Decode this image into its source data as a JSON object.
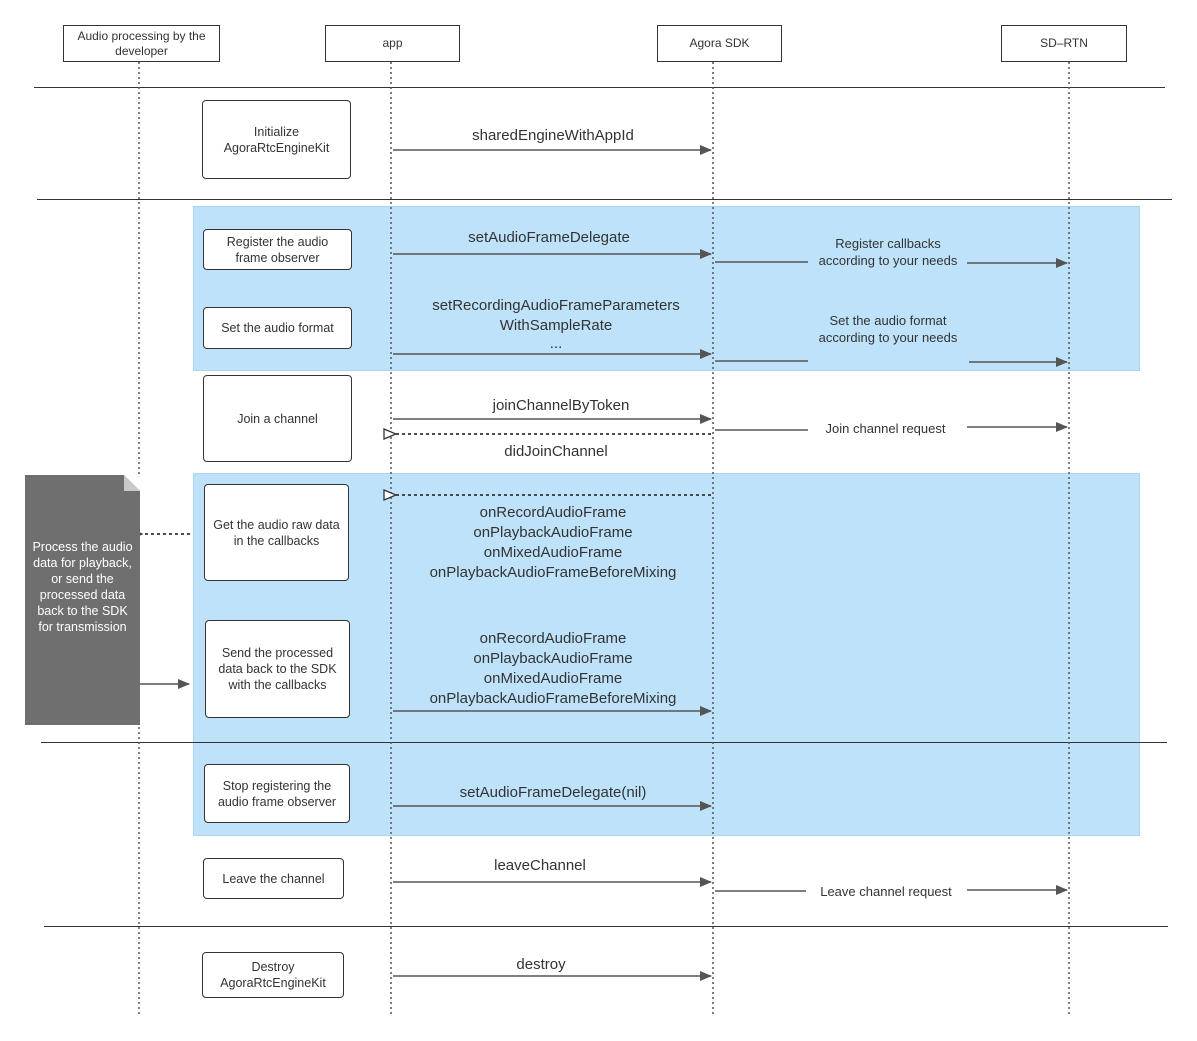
{
  "participants": [
    {
      "id": "dev",
      "label": "Audio processing by the developer"
    },
    {
      "id": "app",
      "label": "app"
    },
    {
      "id": "sdk",
      "label": "Agora SDK"
    },
    {
      "id": "rtn",
      "label": "SD–RTN"
    }
  ],
  "steps": {
    "init": "Initialize AgoraRtcEngineKit",
    "register": "Register the audio frame observer",
    "format": "Set the audio format",
    "join": "Join a channel",
    "get_raw": "Get the audio raw data in the callbacks",
    "send_back": "Send the processed data back to the SDK with the callbacks",
    "stop_register": "Stop registering the audio frame observer",
    "leave": "Leave the channel",
    "destroy": "Destroy AgoraRtcEngineKit"
  },
  "messages": {
    "shared_engine": "sharedEngineWithAppId",
    "set_delegate": "setAudioFrameDelegate",
    "set_recording_1": "setRecordingAudioFrameParameters",
    "set_recording_2": "WithSampleRate",
    "set_recording_3": "...",
    "join_token": "joinChannelByToken",
    "did_join": "didJoinChannel",
    "cb_record": "onRecordAudioFrame",
    "cb_playback": "onPlaybackAudioFrame",
    "cb_mixed": "onMixedAudioFrame",
    "cb_before_mixing": "onPlaybackAudioFrameBeforeMixing",
    "set_delegate_nil": "setAudioFrameDelegate(nil)",
    "leave_channel": "leaveChannel",
    "destroy": "destroy"
  },
  "sdk_notes": {
    "register_callbacks": "Register callbacks according to your needs",
    "set_format": "Set the audio format according to your needs",
    "join_request": "Join channel request",
    "leave_request": "Leave channel request"
  },
  "developer_note": "Process the audio data for playback, or send the processed data back to the SDK for transmission",
  "colors": {
    "band": "#bfe2fb",
    "line": "#333333",
    "arrow": "#555555",
    "note_fill": "#6f6f6f"
  }
}
